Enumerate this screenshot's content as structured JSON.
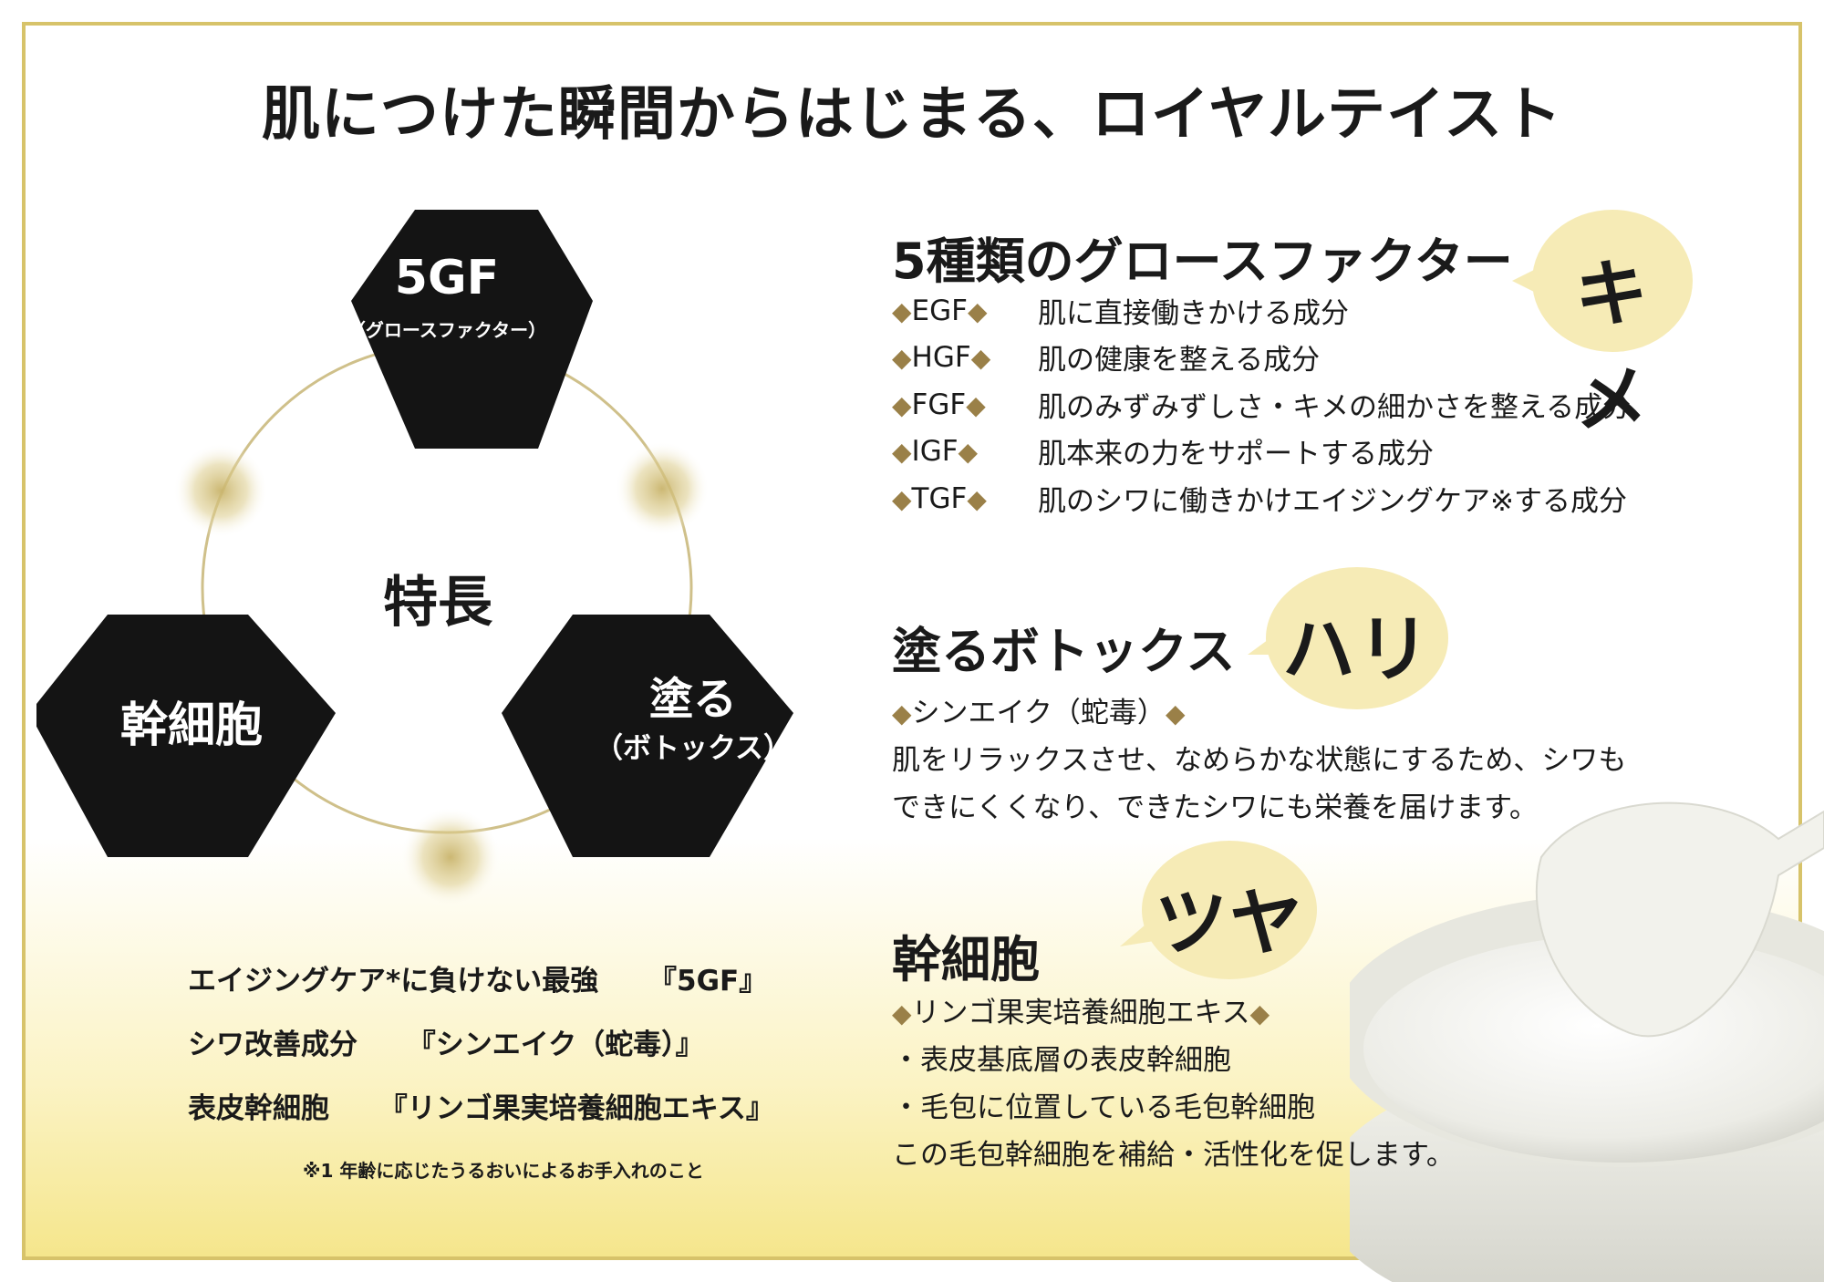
{
  "title": "肌につけた瞬間からはじまる、ロイヤルテイスト",
  "diagram": {
    "center_label": "特長",
    "hex_top": {
      "line1": "5GF",
      "line2": "（グロースファクター）"
    },
    "hex_left": {
      "line1": "幹細胞"
    },
    "hex_right": {
      "line1": "塗る",
      "line2": "（ボトックス）"
    }
  },
  "summary": [
    {
      "label": "エイジングケア*に負けない最強",
      "value": "『5GF』"
    },
    {
      "label": "シワ改善成分",
      "value": "『シンエイク（蛇毒）』"
    },
    {
      "label": "表皮幹細胞",
      "value": "『リンゴ果実培養細胞エキス』"
    }
  ],
  "footnote": "※1 年齢に応じたうるおいによるお手入れのこと",
  "section1": {
    "title": "5種類のグロースファクター",
    "bubble": "キメ",
    "items": [
      {
        "code": "EGF",
        "desc": "肌に直接働きかける成分"
      },
      {
        "code": "HGF",
        "desc": "肌の健康を整える成分"
      },
      {
        "code": "FGF",
        "desc": "肌のみずみずしさ・キメの細かさを整える成分"
      },
      {
        "code": "IGF",
        "desc": "肌本来の力をサポートする成分"
      },
      {
        "code": "TGF",
        "desc": "肌のシワに働きかけエイジングケア※する成分"
      }
    ]
  },
  "section2": {
    "title": "塗るボトックス",
    "bubble": "ハリ",
    "ingredient": "シンエイク（蛇毒）",
    "desc1": "肌をリラックスさせ、なめらかな状態にするため、シワも",
    "desc2": "できにくくなり、できたシワにも栄養を届けます。"
  },
  "section3": {
    "title": "幹細胞",
    "bubble": "ツヤ",
    "ingredient": "リンゴ果実培養細胞エキス",
    "line1": "・表皮基底層の表皮幹細胞",
    "line2": "・毛包に位置している毛包幹細胞",
    "line3": "この毛包幹細胞を補給・活性化を促します。"
  },
  "colors": {
    "gold": "#c8b46a",
    "bubble": "#f6ebb6",
    "hex": "#141414"
  }
}
